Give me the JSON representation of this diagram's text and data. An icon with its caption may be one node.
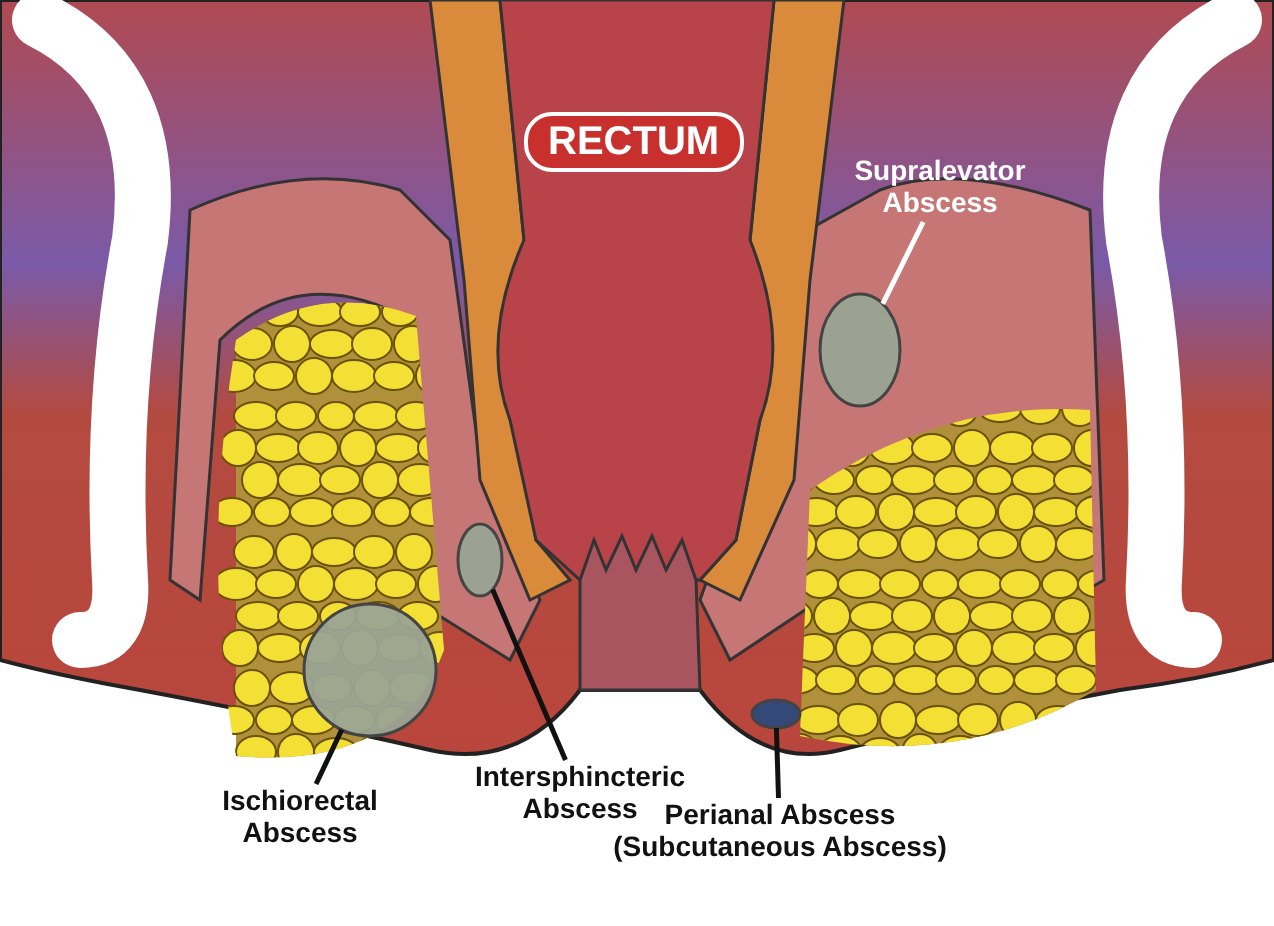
{
  "diagram": {
    "nodes": [
      {
        "text": [
          "RECTUM"
        ]
      },
      {
        "text": [
          "Supralevator Abscess"
        ]
      },
      {
        "text": [],
        "shape": "circle"
      },
      {
        "text": [
          "Ischiorectal Abscess"
        ]
      },
      {
        "text": [],
        "shape": "circle"
      },
      {
        "text": [
          "Intersphincteric Abscess"
        ]
      },
      {
        "text": [],
        "shape": "circle"
      },
      {
        "text": [
          "Perianal Abscess (Subcutaneous Abscess)"
        ]
      },
      {
        "text": [],
        "shape": "circle"
      }
    ],
    "edges": [
      {
        "from": 1,
        "to": 2,
        "arrow": "none",
        "color": "#ffffff"
      },
      {
        "from": 3,
        "to": 4,
        "arrow": "none"
      },
      {
        "from": 5,
        "to": 6,
        "arrow": "none"
      },
      {
        "from": 7,
        "to": 8,
        "arrow": "none"
      }
    ]
  }
}
